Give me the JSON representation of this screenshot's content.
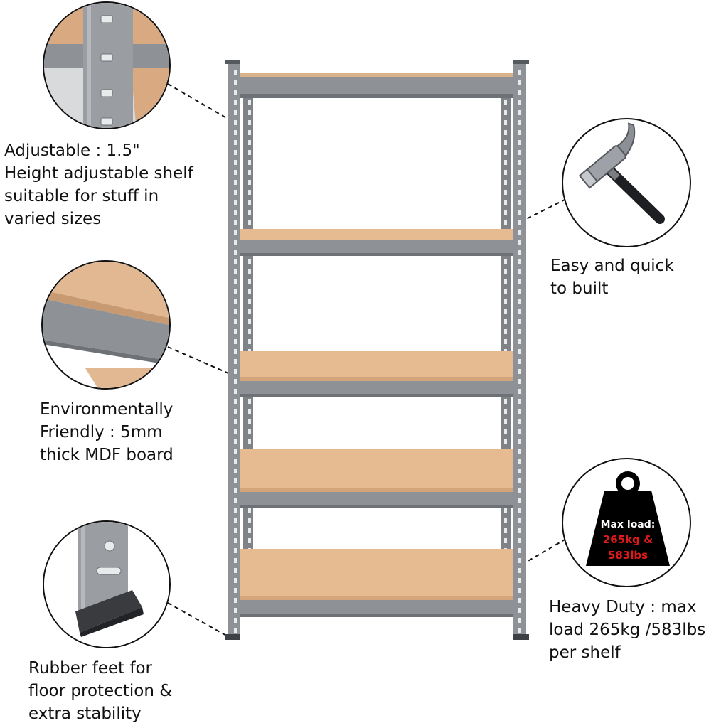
{
  "features": {
    "adjustable": {
      "line1": "Adjustable : 1.5\"",
      "line2": "Height adjustable shelf",
      "line3": "suitable for stuff in",
      "line4": "varied sizes"
    },
    "eco": {
      "line1": "Environmentally",
      "line2": "Friendly : 5mm",
      "line3": "thick MDF board"
    },
    "feet": {
      "line1": "Rubber feet for",
      "line2": "floor protection &",
      "line3": "extra stability"
    },
    "assembly": {
      "line1": "Easy and quick",
      "line2": "to built"
    },
    "heavy": {
      "line1": "Heavy Duty : max",
      "line2": "load 265kg /583lbs",
      "line3": "per shelf"
    }
  },
  "weight_badge": {
    "title": "Max load:",
    "kg": "265kg &",
    "lbs": "583lbs"
  },
  "colors": {
    "frame": "#8e9297",
    "frame_dark": "#6e7277",
    "board": "#e7bb92",
    "board_edge": "#d4a57a",
    "badge_red": "#e0191b"
  }
}
